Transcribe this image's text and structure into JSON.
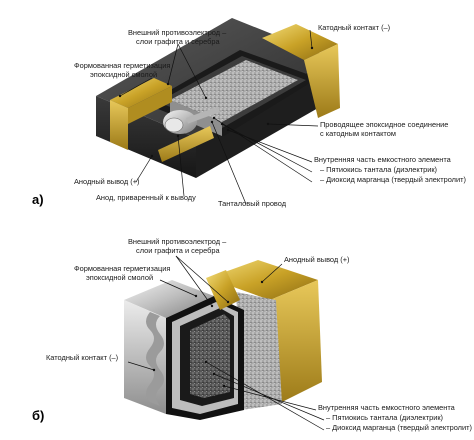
{
  "parts": {
    "a": "а)",
    "b": "б)"
  },
  "top": {
    "counter_electrode_line1": "Внешний противоэлектрод –",
    "counter_electrode_line2": "слои графита и серебра",
    "cathode_contact": "Катодный контакт (–)",
    "molded_seal_line1": "Формованная герметизация",
    "molded_seal_line2": "эпоксидной смолой",
    "conductive_epoxy_line1": "Проводящее эпоксидное соединение",
    "conductive_epoxy_line2": "с катодным контактом",
    "inner_element": "Внутренняя часть емкостного элемента",
    "dielectric": "– Пятиокись тантала (диэлектрик)",
    "electrolyte": "– Диоксид марганца (твердый электролит)",
    "anode_lead": "Анодный вывод (+)",
    "anode_welded": "Анод, приваренный к выводу",
    "tantalum_wire": "Танталовый провод"
  },
  "bottom": {
    "counter_electrode_line1": "Внешний противоэлектрод –",
    "counter_electrode_line2": "слои графита и серебра",
    "anode_lead": "Анодный вывод (+)",
    "molded_seal_line1": "Формованная герметизация",
    "molded_seal_line2": "эпоксидной смолой",
    "cathode_contact": "Катодный контакт (–)",
    "inner_element": "Внутренняя часть емкостного элемента",
    "dielectric": "– Пятиокись тантала (диэлектрик)",
    "electrolyte": "– Диоксид марганца (твердый электролит)"
  },
  "colors": {
    "gold": "#c9a227",
    "epoxy": "#2d2d2d",
    "silver": "#c8c8c8",
    "tantalum": "#9a9a9a"
  }
}
